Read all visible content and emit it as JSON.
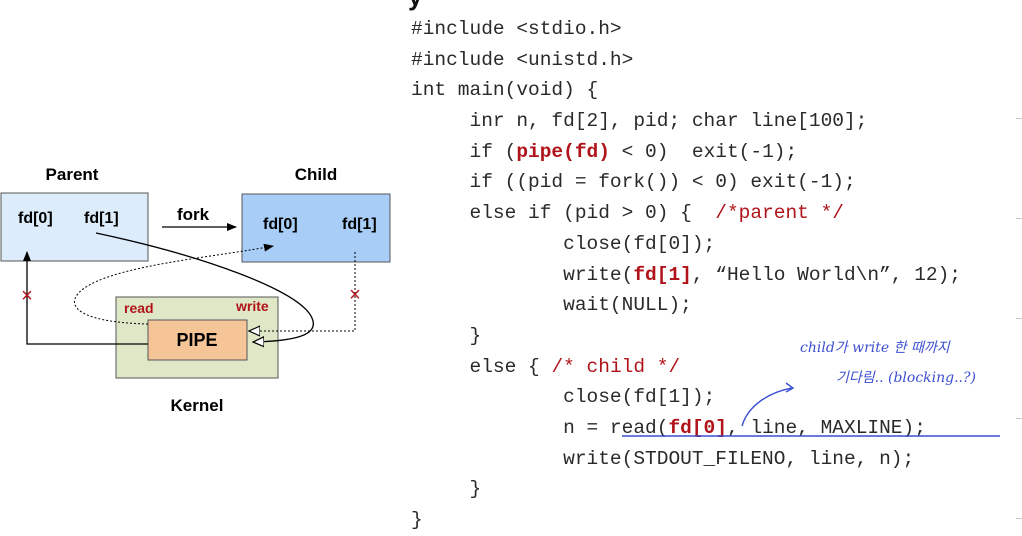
{
  "diagram": {
    "parent_label": "Parent",
    "child_label": "Child",
    "fork_label": "fork",
    "kernel_label": "Kernel",
    "pipe_label": "PIPE",
    "read_label": "read",
    "write_label": "write",
    "parent_fd0": "fd[0]",
    "parent_fd1": "fd[1]",
    "child_fd0": "fd[0]",
    "child_fd1": "fd[1]",
    "closed_mark": "×",
    "colors": {
      "parent_box": "#dcecfa",
      "child_box": "#a8cdf6",
      "kernel_box": "#dfe8c6",
      "pipe_box": "#f5c497",
      "accent_red": "#b0141a"
    }
  },
  "code": {
    "lines": [
      [
        {
          "t": "#include <stdio.h>"
        }
      ],
      [
        {
          "t": "#include <unistd.h>"
        }
      ],
      [
        {
          "t": "int main(void) {"
        }
      ],
      [
        {
          "t": "     inr n, fd[2], pid; char line[100];"
        }
      ],
      [
        {
          "t": "     if ("
        },
        {
          "t": "pipe(fd)",
          "c": "kw"
        },
        {
          "t": " < 0)  exit(-1);"
        }
      ],
      [
        {
          "t": "     if ((pid = fork()) < 0) exit(-1);"
        }
      ],
      [
        {
          "t": "     else if (pid > 0) {  "
        },
        {
          "t": "/*parent */",
          "c": "cm"
        }
      ],
      [
        {
          "t": "             close(fd[0]);"
        }
      ],
      [
        {
          "t": "             write("
        },
        {
          "t": "fd[1]",
          "c": "kw"
        },
        {
          "t": ", “Hello World\\n”, 12);"
        }
      ],
      [
        {
          "t": "             wait(NULL);"
        }
      ],
      [
        {
          "t": "     }"
        }
      ],
      [
        {
          "t": "     else { "
        },
        {
          "t": "/* child */",
          "c": "cm"
        }
      ],
      [
        {
          "t": "             close(fd[1]);"
        }
      ],
      [
        {
          "t": "             n = read("
        },
        {
          "t": "fd[0]",
          "c": "kw"
        },
        {
          "t": ", line, MAXLINE);"
        }
      ],
      [
        {
          "t": "             write(STDOUT_FILENO, line, n);"
        }
      ],
      [
        {
          "t": "     }"
        }
      ],
      [
        {
          "t": "}"
        }
      ]
    ]
  },
  "annotation": {
    "line1": "child가 write 한 때까지",
    "line2": "기다림..     (blocking..?)",
    "color": "#3c4fd0"
  }
}
